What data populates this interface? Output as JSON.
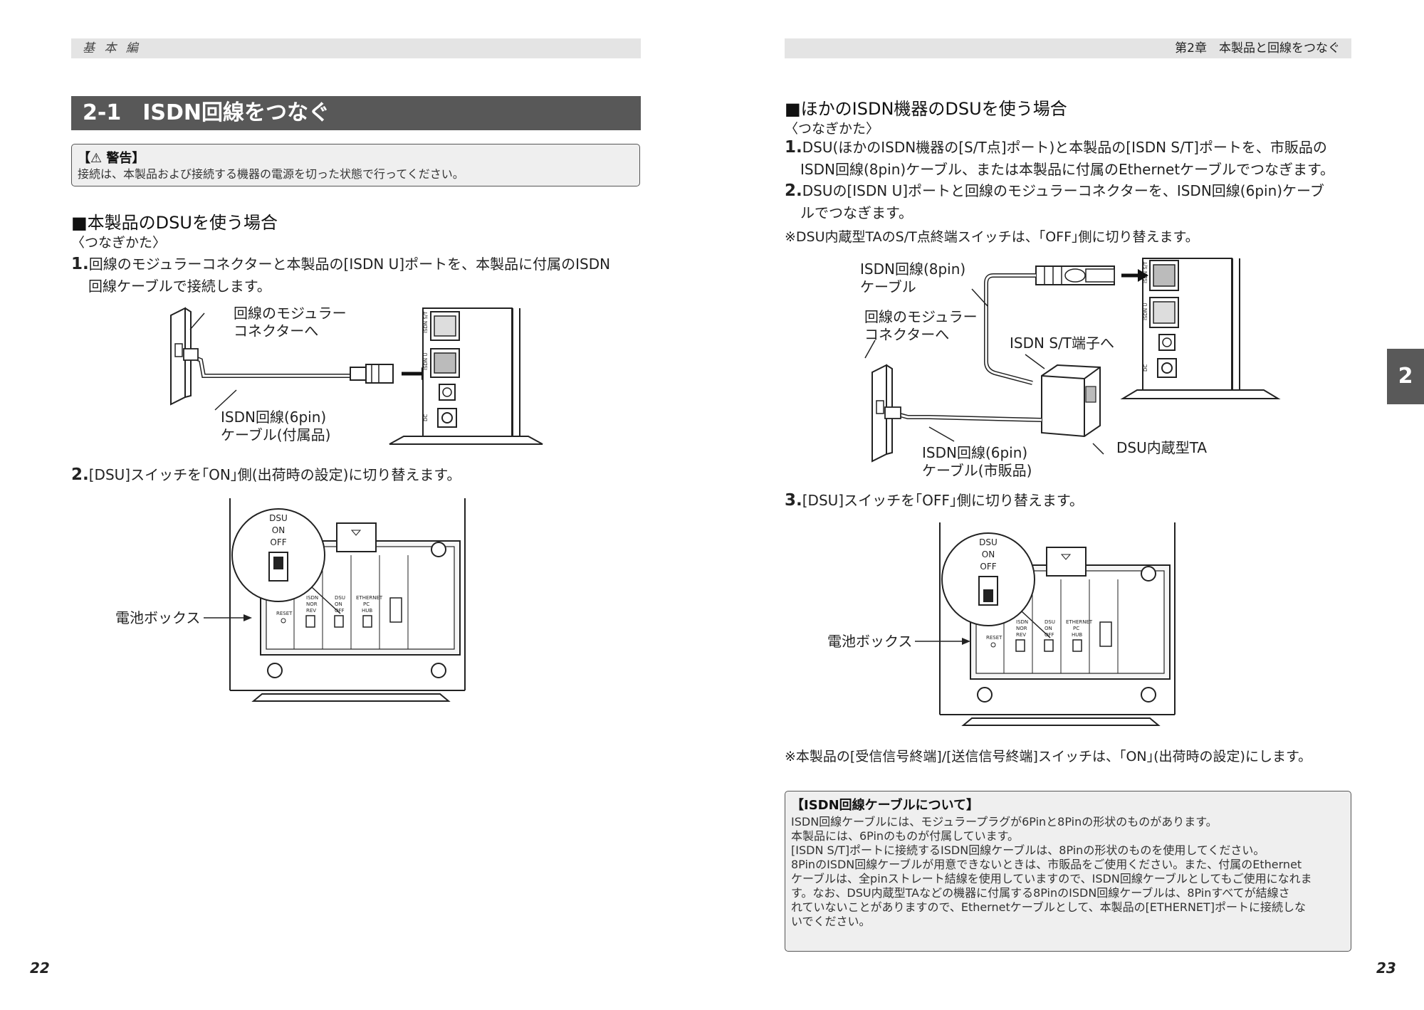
{
  "header": {
    "left": "基 本 編",
    "right": "第2章　本製品と回線をつなぐ"
  },
  "left_page": {
    "section_title": "2-1　ISDN回線をつなぐ",
    "warning": {
      "title": "【⚠ 警告】",
      "body": "接続は、本製品および接続する機器の電源を切った状態で行ってください。"
    },
    "heading": "■本製品のDSUを使う場合",
    "subheading": "〈つなぎかた〉",
    "step1": {
      "num": "1.",
      "line1": "回線のモジュラーコネクターと本製品の[ISDN U]ポートを、本製品に付属のISDN",
      "line2": "回線ケーブルで接続します。"
    },
    "fig1": {
      "label_top_1": "回線のモジュラー",
      "label_top_2": "コネクターへ",
      "label_bottom_1": "ISDN回線(6pin)",
      "label_bottom_2": "ケーブル(付属品)",
      "port_st": "ISDN S/T",
      "port_u": "ISDN U",
      "port_dc": "DC"
    },
    "step2": {
      "num": "2.",
      "text": "[DSU]スイッチを｢ON｣側(出荷時の設定)に切り替えます。"
    },
    "fig2": {
      "battery_label": "電池ボックス",
      "zoom_1": "DSU",
      "zoom_2": "ON",
      "zoom_3": "OFF",
      "sw_reset": "RESET",
      "sw_isdn_1": "ISDN",
      "sw_isdn_2": "NOR",
      "sw_isdn_3": "REV",
      "sw_dsu_1": "DSU",
      "sw_dsu_2": "ON",
      "sw_dsu_3": "OFF",
      "sw_eth_1": "ETHERNET",
      "sw_eth_2": "PC",
      "sw_eth_3": "HUB"
    },
    "page_number": "22"
  },
  "right_page": {
    "heading": "■ほかのISDN機器のDSUを使う場合",
    "subheading": "〈つなぎかた〉",
    "step1": {
      "num": "1.",
      "line1": "DSU(ほかのISDN機器の[S/T点]ポート)と本製品の[ISDN S/T]ポートを、市販品の",
      "line2": "ISDN回線(8pin)ケーブル、または本製品に付属のEthernetケーブルでつなぎます。"
    },
    "step2": {
      "num": "2.",
      "line1": "DSUの[ISDN U]ポートと回線のモジュラーコネクターを、ISDN回線(6pin)ケーブ",
      "line2": "ルでつなぎます。"
    },
    "note1": "※DSU内蔵型TAのS/T点終端スイッチは、｢OFF｣側に切り替えます。",
    "fig3": {
      "label_8pin_1": "ISDN回線(8pin)",
      "label_8pin_2": "ケーブル",
      "label_mod_1": "回線のモジュラー",
      "label_mod_2": "コネクターへ",
      "label_st": "ISDN S/T端子へ",
      "label_6pin_1": "ISDN回線(6pin)",
      "label_6pin_2": "ケーブル(市販品)",
      "label_ta": "DSU内蔵型TA",
      "port_st": "ISDN S/T",
      "port_u": "ISDN U",
      "port_dc": "DC"
    },
    "step3": {
      "num": "3.",
      "text": "[DSU]スイッチを｢OFF｣側に切り替えます。"
    },
    "fig4": {
      "battery_label": "電池ボックス",
      "zoom_1": "DSU",
      "zoom_2": "ON",
      "zoom_3": "OFF",
      "sw_reset": "RESET",
      "sw_isdn_1": "ISDN",
      "sw_isdn_2": "NOR",
      "sw_isdn_3": "REV",
      "sw_dsu_1": "DSU",
      "sw_dsu_2": "ON",
      "sw_dsu_3": "OFF",
      "sw_eth_1": "ETHERNET",
      "sw_eth_2": "PC",
      "sw_eth_3": "HUB"
    },
    "note2": "※本製品の[受信信号終端]/[送信信号終端]スイッチは、｢ON｣(出荷時の設定)にします。",
    "info_box": {
      "title": "【ISDN回線ケーブルについて】",
      "lines": [
        "ISDN回線ケーブルには、モジュラープラグが6Pinと8Pinの形状のものがあります。",
        "本製品には、6Pinのものが付属しています。",
        "[ISDN S/T]ポートに接続するISDN回線ケーブルは、8Pinの形状のものを使用してください。",
        "8PinのISDN回線ケーブルが用意できないときは、市販品をご使用ください。また、付属のEthernet",
        "ケーブルは、全pinストレート結線を使用していますので、ISDN回線ケーブルとしてもご使用になれま",
        "す。なお、DSU内蔵型TAなどの機器に付属する8PinのISDN回線ケーブルは、8Pinすべてが結線さ",
        "れていないことがありますので、Ethernetケーブルとして、本製品の[ETHERNET]ポートに接続しな",
        "いでください。"
      ]
    },
    "page_number": "23",
    "chapter_tab": "2"
  }
}
